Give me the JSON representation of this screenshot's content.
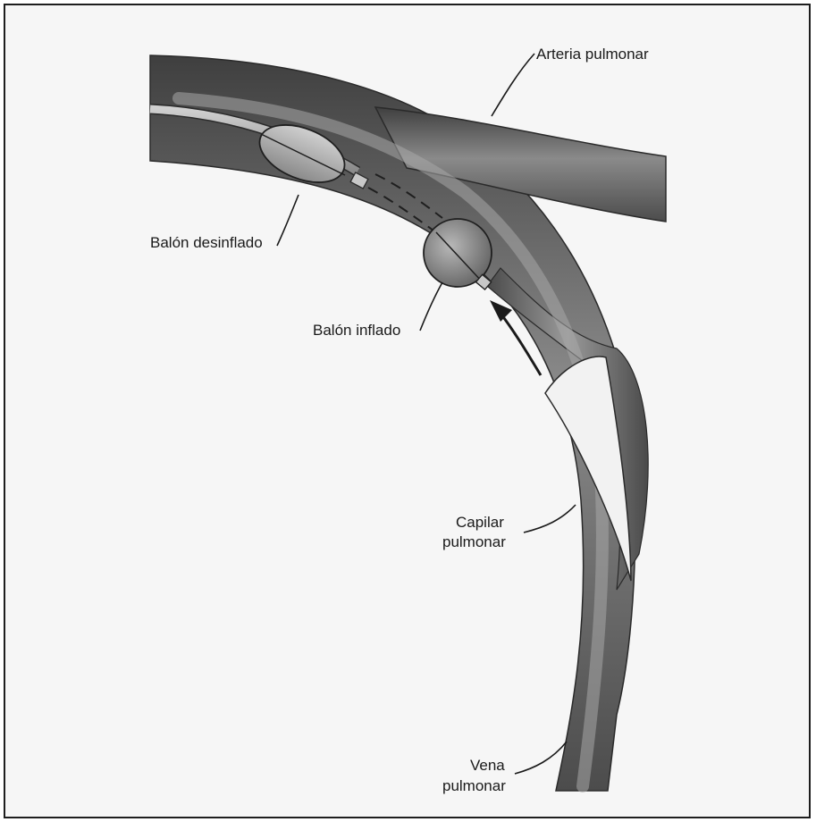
{
  "labels": {
    "arteria": "Arteria pulmonar",
    "balon_desinflado": "Balón desinflado",
    "balon_inflado": "Balón inflado",
    "capilar_line1": "Capilar",
    "capilar_line2": "pulmonar",
    "vena_line1": "Vena",
    "vena_line2": "pulmonar"
  },
  "colors": {
    "frame_border": "#1e1e1e",
    "background": "#f6f6f6",
    "vessel_dark": "#4a4a4a",
    "vessel_mid": "#7a7a7a",
    "vessel_light": "#b4b4b4",
    "catheter": "#c9c9c9"
  }
}
